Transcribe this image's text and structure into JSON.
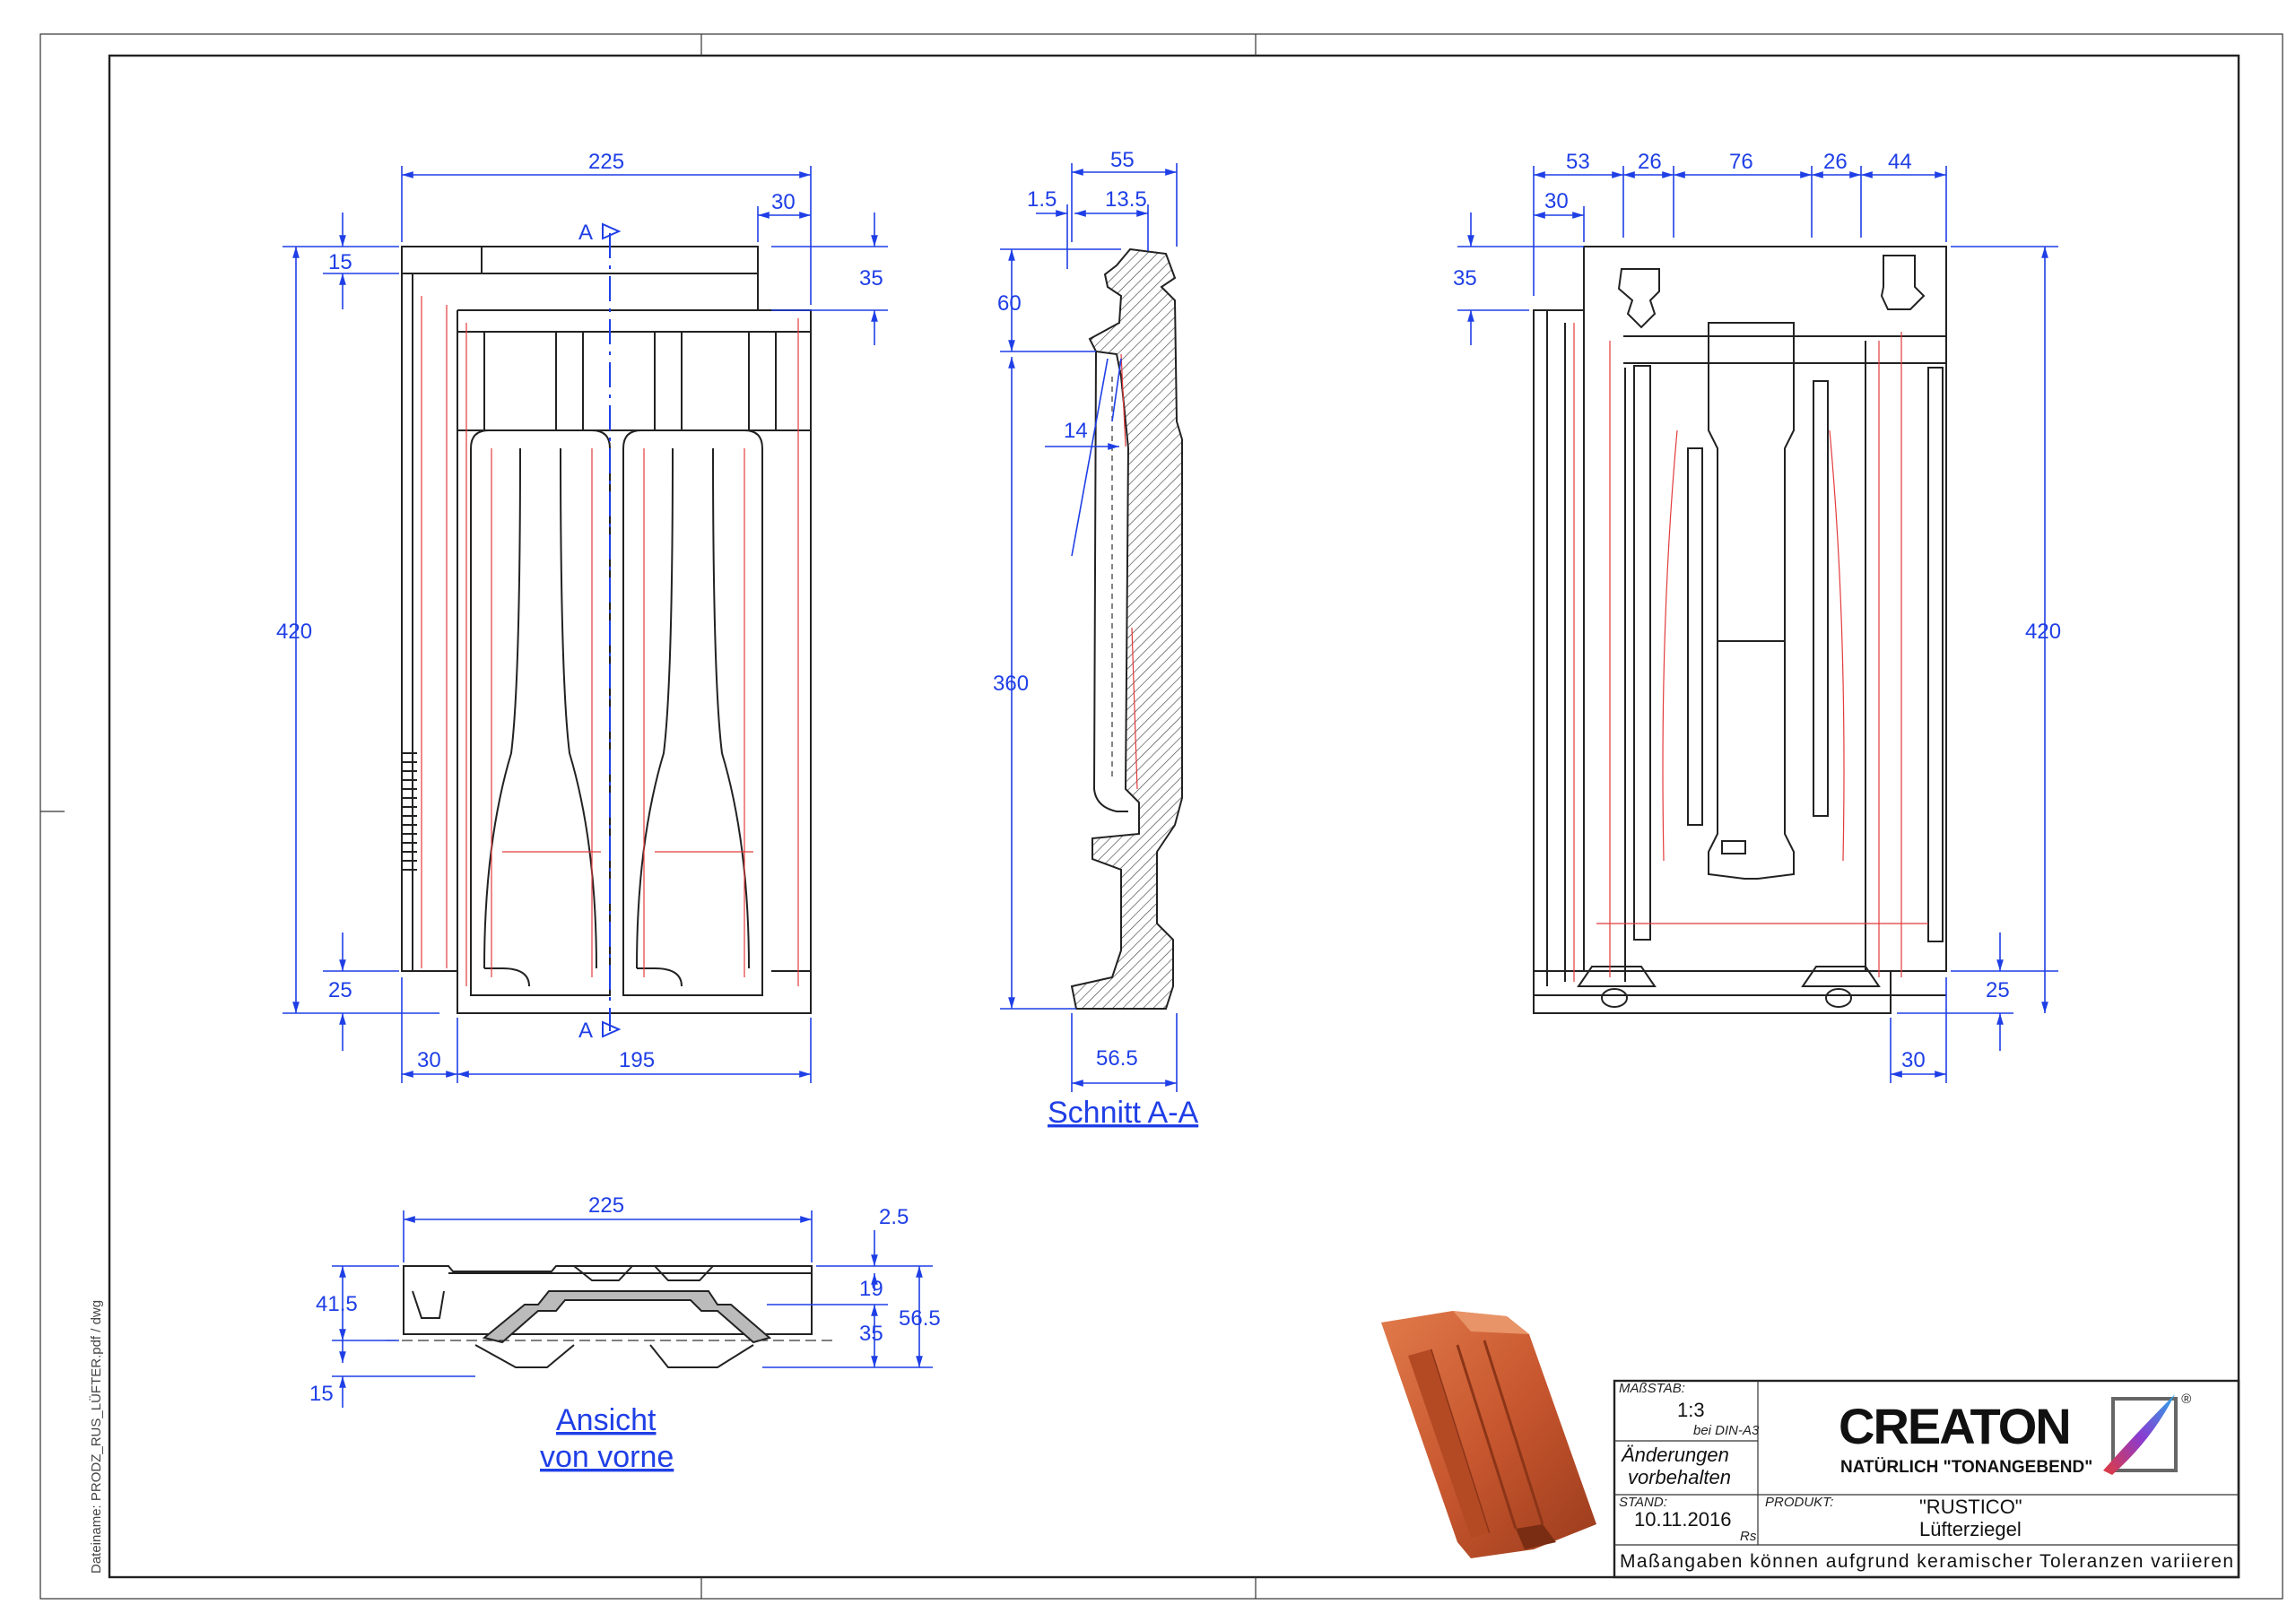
{
  "front_view": {
    "dims": {
      "width_total": "225",
      "top_right": "30",
      "left_top": "15",
      "right_top": "35",
      "height": "420",
      "left_bottom": "25",
      "bottom_left": "30",
      "bottom_main": "195"
    },
    "section_marker": "A"
  },
  "section_view": {
    "dims": {
      "top": "55",
      "d1": "1.5",
      "d2": "13.5",
      "left_upper": "60",
      "rib": "14",
      "left_main": "360",
      "bottom": "56.5"
    },
    "caption": "Schnitt A-A"
  },
  "back_view": {
    "dims": {
      "d53": "53",
      "d26a": "26",
      "d76": "76",
      "d26b": "26",
      "d44": "44",
      "d30_top": "30",
      "left_top": "35",
      "height": "420",
      "right_bottom": "25",
      "bottom_right": "30"
    }
  },
  "elevation_view": {
    "dims": {
      "width": "225",
      "d2_5": "2.5",
      "left_41_5": "41.5",
      "d19": "19",
      "d35": "35",
      "d56_5": "56.5",
      "left_15": "15"
    },
    "caption_line1": "Ansicht",
    "caption_line2": "von vorne"
  },
  "title_block": {
    "scale_label": "MAßSTAB:",
    "scale_value": "1:3",
    "scale_sub": "bei DIN-A3",
    "changes_line1": "Änderungen",
    "changes_line2": "vorbehalten",
    "stand_label": "STAND:",
    "stand_value": "10.11.2016",
    "stand_initials": "Rs",
    "product_label": "PRODUKT:",
    "product_name": "\"RUSTICO\"",
    "product_type": "Lüfterziegel",
    "brand": "CREATON",
    "slogan": "NATÜRLICH \"TONANGEBEND\"",
    "registered": "®",
    "footer": "Maßangaben können aufgrund keramischer Toleranzen variieren"
  },
  "side_filename": "Dateiname: PRODZ_RUS_LÜFTER.pdf / dwg",
  "colors": {
    "dimension": "#1f3fe6",
    "outline": "#222222",
    "hidden": "#e23b3b",
    "tile": "#c8572f"
  }
}
